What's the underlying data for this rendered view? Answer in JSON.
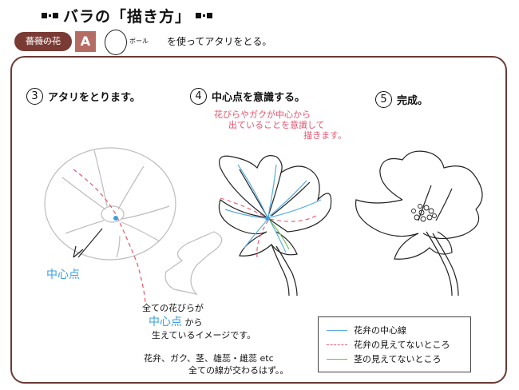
{
  "title": "バラの「描き方」",
  "tag_label": "薔薇の花",
  "section_letter": "A",
  "ball_label": "ボール",
  "instruction": "を使ってアタリをとる。",
  "steps": [
    {
      "num": "3",
      "label": "アタリをとります。"
    },
    {
      "num": "4",
      "label": "中心点を意識する。"
    },
    {
      "num": "5",
      "label": "完成。"
    }
  ],
  "red_note": [
    "花びらやガクが中心から",
    "出ていることを意識して",
    "描きます。"
  ],
  "center_point_label": "中心点",
  "body_text": {
    "line1": "全ての花びらが",
    "line2_highlight": "中心点",
    "line2_rest": "から",
    "line3": "生えているイメージです。",
    "line4": "花弁、ガク、茎、雄蕊・雌蕊 etc",
    "line5": "全ての線が交わるはず。。"
  },
  "legend": [
    {
      "label": "花弁の中心線",
      "color": "#5aaee0",
      "style": "solid"
    },
    {
      "label": "花弁の見えてないところ",
      "color": "#e8546e",
      "style": "dashed"
    },
    {
      "label": "茎の見えてないところ",
      "color": "#6cc05a",
      "style": "solid"
    }
  ],
  "colors": {
    "panel_border": "#6b3a36",
    "tag_bg": "#7a3b34",
    "letter_bg": "#b56d63",
    "blue": "#3aa0dd",
    "red": "#e8546e",
    "green": "#6cc05a"
  }
}
